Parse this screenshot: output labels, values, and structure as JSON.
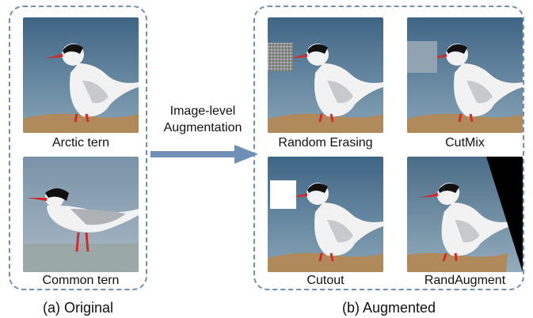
{
  "original": {
    "title": "(a) Original",
    "images": [
      {
        "label": "Arctic tern"
      },
      {
        "label": "Common tern"
      }
    ]
  },
  "arrow": {
    "line1": "Image-level",
    "line2": "Augmentation",
    "color": "#6f8fb6"
  },
  "augmented": {
    "title": "(b) Augmented",
    "images": [
      {
        "label": "Random Erasing"
      },
      {
        "label": "CutMix"
      },
      {
        "label": "Cutout"
      },
      {
        "label": "RandAugment"
      }
    ]
  },
  "colors": {
    "box_border": "#6f8fb6",
    "water_top": "#3f6585",
    "water_bottom": "#7fa0b5",
    "rock": "#b08a5a",
    "bird_white": "#f2f2f2",
    "bird_grey": "#c7c9cc",
    "cap": "#111111",
    "beak": "#d62828"
  }
}
